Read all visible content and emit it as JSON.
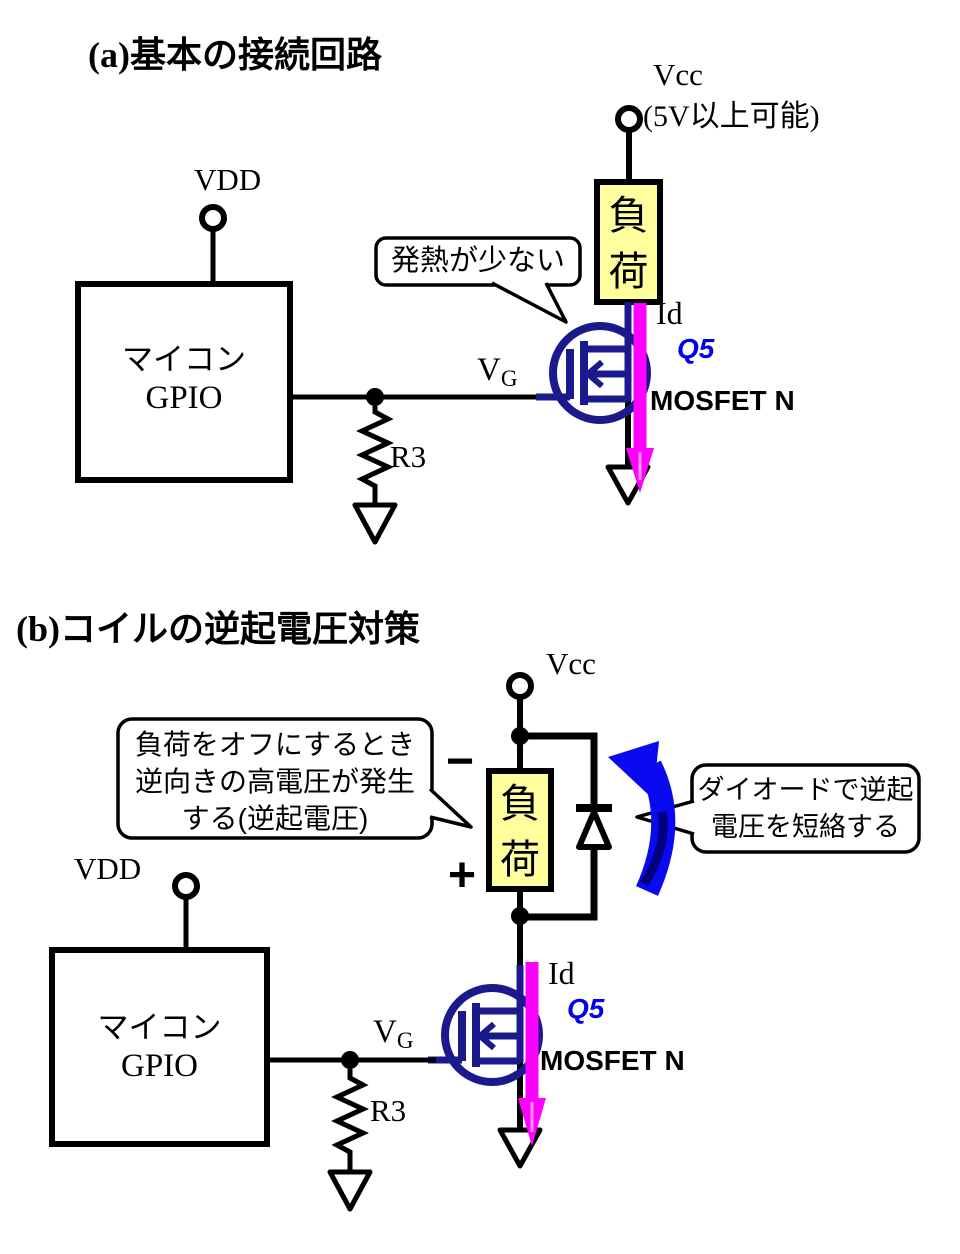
{
  "colors": {
    "mosfet_symbol": "#1a1a8c",
    "drain_current_arrow": "#ff00ff",
    "designator_text": "#0000ee",
    "load_fill": "#ffff9e",
    "flyback_arrow": "#0a0af0",
    "wire": "#000000"
  },
  "section_a": {
    "title": "(a)基本の接続回路",
    "vdd_label": "VDD",
    "vcc_label": "Vcc",
    "vcc_note": "(5V以上可能)",
    "mcu_line1": "マイコン",
    "mcu_line2": "GPIO",
    "load_char1": "負",
    "load_char2": "荷",
    "callout_low_heat": "発熱が少ない",
    "gate_label_main": "V",
    "gate_label_sub": "G",
    "resistor_label": "R3",
    "current_label": "Id",
    "designator": "Q5",
    "transistor_type": "MOSFET N"
  },
  "section_b": {
    "title": "(b)コイルの逆起電圧対策",
    "vcc_label": "Vcc",
    "vdd_label": "VDD",
    "mcu_line1": "マイコン",
    "mcu_line2": "GPIO",
    "load_char1": "負",
    "load_char2": "荷",
    "minus_label": "−",
    "plus_label": "+",
    "callout_surge_line1": "負荷をオフにするとき",
    "callout_surge_line2": "逆向きの高電圧が発生",
    "callout_surge_line3": "する(逆起電圧)",
    "callout_diode_line1": "ダイオードで逆起",
    "callout_diode_line2": "電圧を短絡する",
    "gate_label_main": "V",
    "gate_label_sub": "G",
    "resistor_label": "R3",
    "current_label": "Id",
    "designator": "Q5",
    "transistor_type": "MOSFET N"
  }
}
